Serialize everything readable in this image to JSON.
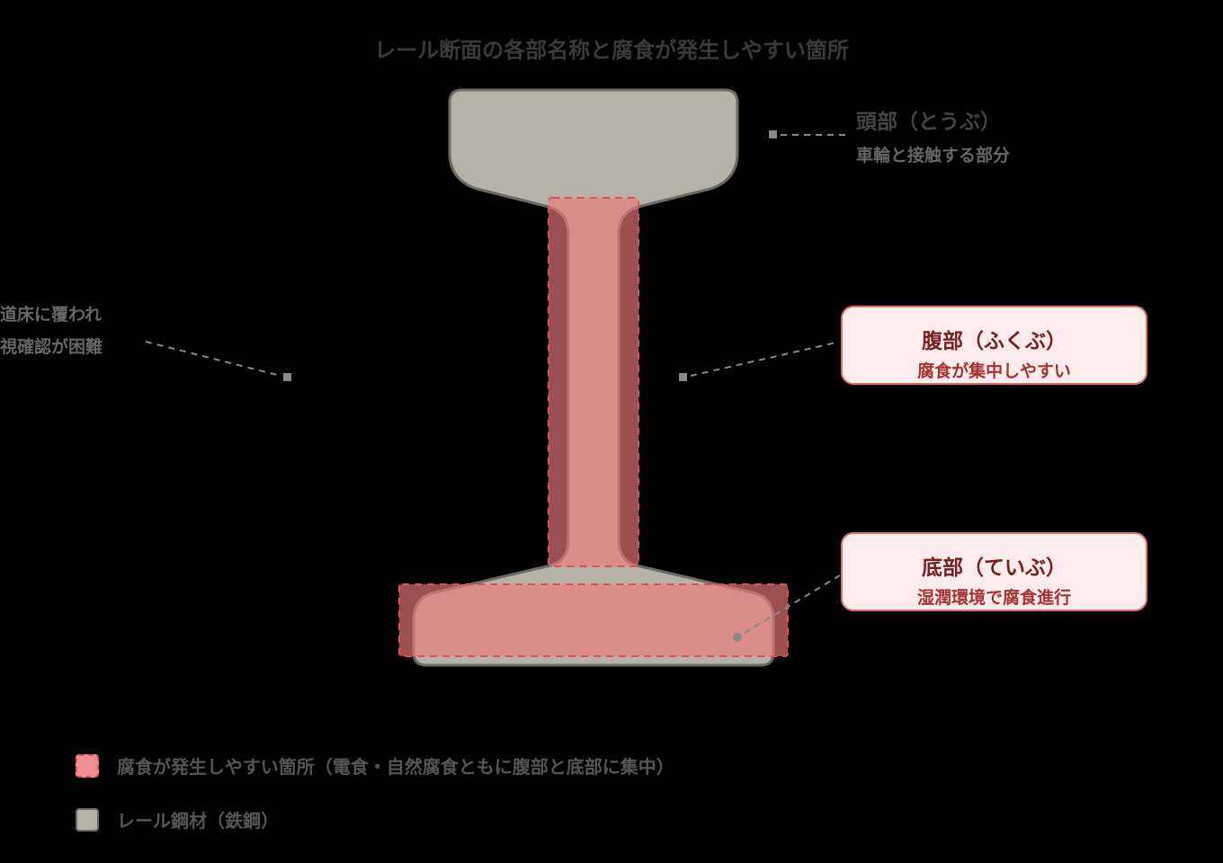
{
  "title": "レール断面の各部名称と腐食が発生しやすい箇所",
  "labels": {
    "head": {
      "name": "頭部（とうぶ）",
      "desc": "車輪と接触する部分"
    },
    "left_note": {
      "line1": "道床に覆われ",
      "line2": "視確認が困難"
    },
    "web": {
      "name": "腹部（ふくぶ）",
      "desc": "腐食が集中しやすい"
    },
    "base": {
      "name": "底部（ていぶ）",
      "desc": "湿潤環境で腐食進行"
    }
  },
  "legend": [
    {
      "label": "腐食が発生しやすい箇所（電食・自然腐食ともに腹部と底部に集中）",
      "swatch": "corrosion-zone"
    },
    {
      "label": "レール鋼材（鉄鋼）",
      "swatch": "rail-steel"
    }
  ],
  "colors": {
    "background": "#000000",
    "steel_fill": "#b5b2aa",
    "steel_stroke": "#6b6a66",
    "corrosion_fill": "#f09090",
    "corrosion_stroke": "#e05050",
    "callout_bg": "#fdecec",
    "callout_border": "#e07070",
    "callout_title": "#7a1f1f",
    "callout_desc": "#a83232",
    "leader": "#8a8a84"
  }
}
